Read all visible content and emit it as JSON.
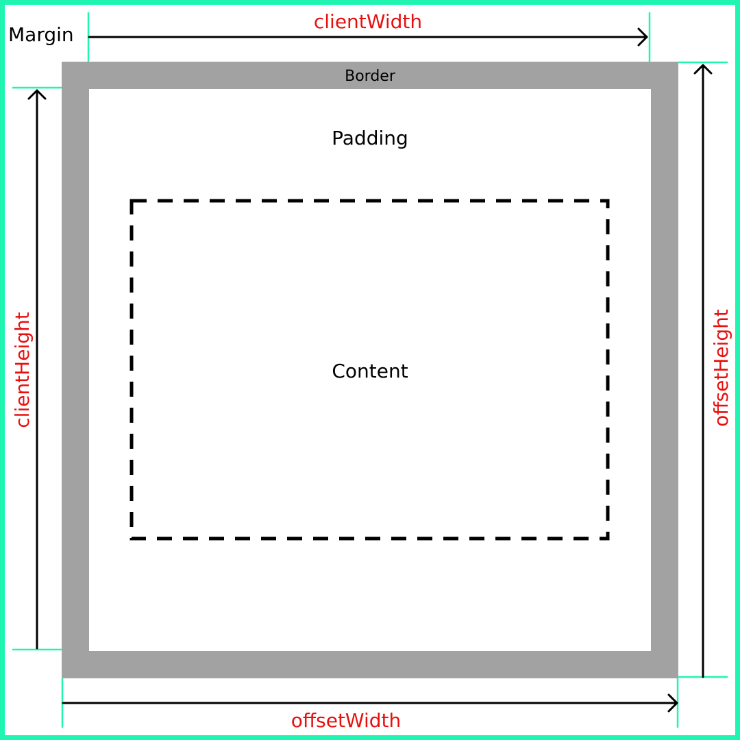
{
  "labels": {
    "margin": "Margin",
    "border": "Border",
    "padding": "Padding",
    "content": "Content",
    "client_width": "clientWidth",
    "client_height": "clientHeight",
    "offset_width": "offsetWidth",
    "offset_height": "offsetHeight"
  },
  "colors": {
    "margin_outline": "#1ff5b1",
    "guide_line": "#1ff5b1",
    "border_fill": "#a2a2a2",
    "padding_fill": "#ffffff",
    "content_dash": "#000000",
    "arrow": "#000000",
    "dimension_text": "#e8100f",
    "region_text": "#000000"
  }
}
